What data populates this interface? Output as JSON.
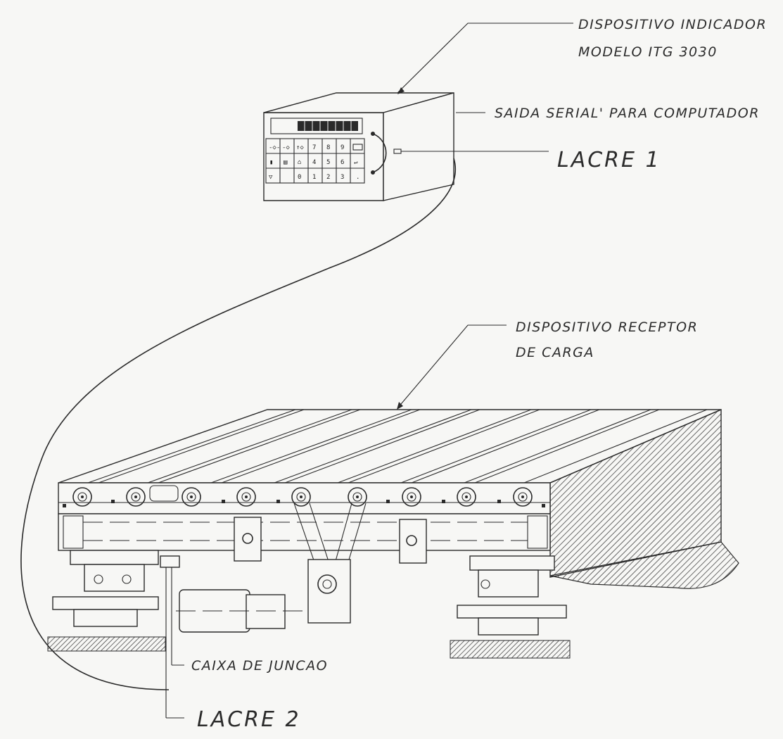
{
  "labels": {
    "indicator_line1": "DISPOSITIVO INDICADOR",
    "indicator_line2": "MODELO ITG 3030",
    "serial_output": "SAIDA SERIAL' PARA COMPUTADOR",
    "seal1": "LACRE 1",
    "receiver_line1": "DISPOSITIVO RECEPTOR",
    "receiver_line2": "DE CARGA",
    "junction_box": "CAIXA DE JUNCAO",
    "seal2": "LACRE 2"
  },
  "indicator_keypad": {
    "row1": [
      "7",
      "8",
      "9"
    ],
    "row2": [
      "4",
      "5",
      "6"
    ],
    "row3": [
      "0",
      "1",
      "2",
      "3",
      "."
    ]
  }
}
